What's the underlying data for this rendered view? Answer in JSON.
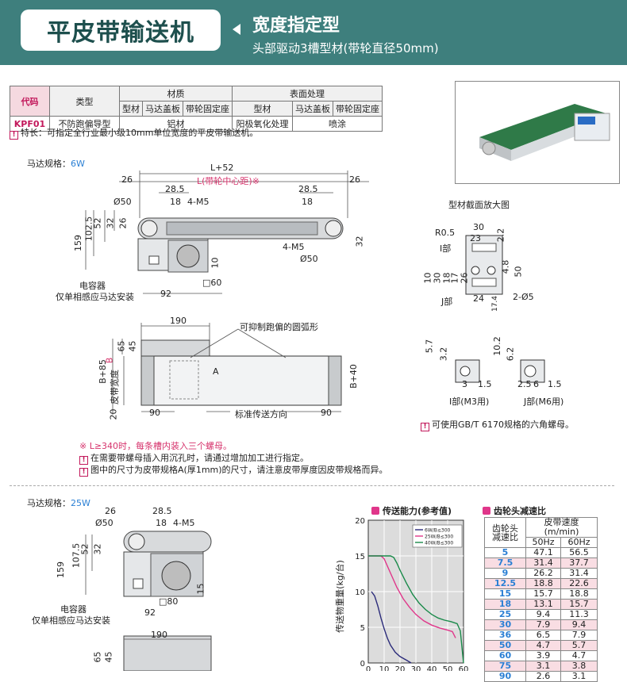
{
  "header": {
    "title": "平皮带输送机",
    "type_title": "宽度指定型",
    "subtitle": "头部驱动3槽型材(带轮直径50mm)"
  },
  "spec_table": {
    "h_code": "代码",
    "h_type": "类型",
    "h_material": "材质",
    "h_surface": "表面处理",
    "sub": [
      "型材",
      "马达盖板",
      "带轮固定座",
      "型材",
      "马达盖板",
      "带轮固定座"
    ],
    "row": {
      "code": "KPF01",
      "type": "不防跑偏导型",
      "mat1": "铝材",
      "surf1": "阳极氧化处理",
      "surf2": "喷涂"
    }
  },
  "feature_note": "特长：可指定全行业最小级10mm单位宽度的平皮带输送机。",
  "motor1": {
    "label": "马达规格：",
    "value": "6W"
  },
  "motor2": {
    "label": "马达规格：",
    "value": "25W"
  },
  "drawing1": {
    "d_L52": "L+52",
    "d_L": "L(带轮中心距)※",
    "d_26a": "26",
    "d_26b": "26",
    "d_285a": "28.5",
    "d_285b": "28.5",
    "d_50": "Ø50",
    "d_18a": "18",
    "d_4m5a": "4-M5",
    "d_18b": "18",
    "d_4m5b": "4-M5",
    "d_50b": "Ø50",
    "d_159": "159",
    "d_1025": "102.5",
    "d_52": "52",
    "d_32": "32",
    "d_26c": "26",
    "d_32b": "32",
    "d_10": "10",
    "d_sq60": "□60",
    "d_92": "92",
    "cap1": "电容器",
    "cap2": "仅单相感应马达安装"
  },
  "drawing2": {
    "d_190": "190",
    "arc_note": "可抑制跑偏的圆弧形",
    "d_65": "65",
    "d_45": "45",
    "d_B85": "B+85",
    "d_B": "B",
    "d_belt": "皮带宽度",
    "d_A": "A",
    "d_B40": "B+40",
    "d_20": "20",
    "d_90a": "90",
    "d_90b": "90",
    "dir": "标准传送方向"
  },
  "section": {
    "title": "型材截面放大图",
    "r05": "R0.5",
    "d30": "30",
    "d23": "23",
    "d22": "2.2",
    "ipart": "I部",
    "d10": "10",
    "d30b": "30",
    "d18": "18",
    "d17": "17",
    "d26": "26",
    "d48": "4.8",
    "d50": "50",
    "d24": "24",
    "d2o5": "2-Ø5",
    "jpart": "J部",
    "d174": "17.4"
  },
  "details": {
    "d57": "5.7",
    "d32": "3.2",
    "d3": "3",
    "d15": "1.5",
    "cap_i": "I部(M3用)",
    "d102": "10.2",
    "d62": "6.2",
    "d25": "2.5",
    "d6": "6",
    "d15b": "1.5",
    "cap_j": "J部(M6用)",
    "nut_note": "可使用GB/T 6170规格的六角螺母。"
  },
  "notes": [
    "※  L≥340时，每条槽内装入三个螺母。",
    "在需要带螺母插入用沉孔时，请通过增加加工进行指定。",
    "图中的尺寸为皮带规格A(厚1mm)的尺寸，请注意皮带厚度因皮带规格而异。"
  ],
  "drawing3": {
    "d_26": "26",
    "d_285": "28.5",
    "d_50": "Ø50",
    "d_18": "18",
    "d_4m5": "4-M5",
    "d_159": "159",
    "d_1075": "107.5",
    "d_52": "52",
    "d_32": "32",
    "d_15": "15",
    "d_sq80": "□80",
    "d_92": "92",
    "cap1": "电容器",
    "cap2": "仅单相感应马达安装",
    "d_190": "190",
    "d_65": "65",
    "d_45": "45"
  },
  "capacity": {
    "title": "传送能力(参考值)",
    "ylabel": "传送物重量(kg/台)",
    "legend": [
      "6W/B≤300",
      "25W/B≤300",
      "40W/B≤300"
    ],
    "colors": [
      "#2b2b7a",
      "#e0368a",
      "#1a8a4a"
    ]
  },
  "chart_data": {
    "type": "line",
    "title": "传送能力(参考值)",
    "xlabel": "",
    "ylabel": "传送物重量(kg/台)",
    "xlim": [
      0,
      60
    ],
    "ylim": [
      0,
      20
    ],
    "xticks": [
      0,
      10,
      20,
      30,
      40,
      50,
      60
    ],
    "yticks": [
      0,
      5,
      10,
      15,
      20
    ],
    "series": [
      {
        "name": "6W/B≤300",
        "x": [
          2,
          4,
          6,
          8,
          10,
          12,
          14,
          17,
          20,
          24,
          27
        ],
        "y": [
          10,
          9.4,
          8,
          6.3,
          4.8,
          3.5,
          2.5,
          1.5,
          0.9,
          0.4,
          0
        ]
      },
      {
        "name": "25W/B≤300",
        "x": [
          0,
          8,
          10,
          14,
          18,
          22,
          26,
          30,
          35,
          40,
          45,
          50,
          53,
          55
        ],
        "y": [
          15,
          15,
          14.6,
          12.6,
          10.6,
          9,
          7.8,
          6.8,
          5.9,
          5.3,
          4.9,
          4.6,
          4.4,
          3.5
        ]
      },
      {
        "name": "40W/B≤300",
        "x": [
          0,
          14,
          16,
          18,
          20,
          24,
          28,
          32,
          36,
          40,
          44,
          48,
          52,
          56,
          58,
          60
        ],
        "y": [
          15,
          15,
          14.8,
          14,
          13,
          11.2,
          9.6,
          8.4,
          7.5,
          6.8,
          6.3,
          6,
          5.8,
          5.5,
          4.5,
          0
        ]
      }
    ]
  },
  "ratio": {
    "title": "齿轮头减速比",
    "h1": "齿轮头",
    "h1b": "减速比",
    "h2": "皮带速度(m/min)",
    "h50": "50Hz",
    "h60": "60Hz",
    "rows": [
      [
        "5",
        "47.1",
        "56.5"
      ],
      [
        "7.5",
        "31.4",
        "37.7"
      ],
      [
        "9",
        "26.2",
        "31.4"
      ],
      [
        "12.5",
        "18.8",
        "22.6"
      ],
      [
        "15",
        "15.7",
        "18.8"
      ],
      [
        "18",
        "13.1",
        "15.7"
      ],
      [
        "25",
        "9.4",
        "11.3"
      ],
      [
        "30",
        "7.9",
        "9.4"
      ],
      [
        "36",
        "6.5",
        "7.9"
      ],
      [
        "50",
        "4.7",
        "5.7"
      ],
      [
        "60",
        "3.9",
        "4.7"
      ],
      [
        "75",
        "3.1",
        "3.8"
      ],
      [
        "90",
        "2.6",
        "3.1"
      ]
    ]
  }
}
